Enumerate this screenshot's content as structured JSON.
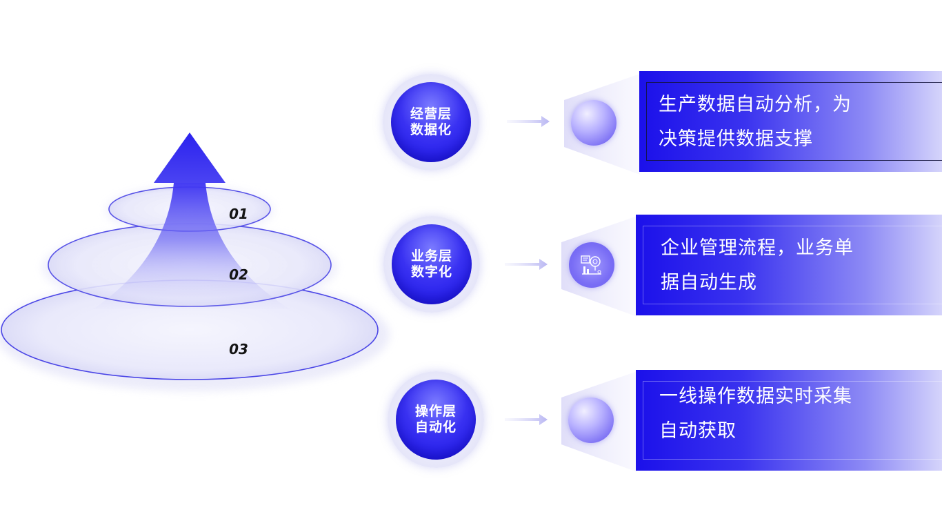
{
  "pyramid": {
    "tiers": [
      {
        "number": "01"
      },
      {
        "number": "02"
      },
      {
        "number": "03"
      }
    ]
  },
  "layers": [
    {
      "label": "经营层\n数据化",
      "description_line1": "生产数据自动分析，为",
      "description_line2": "决策提供数据支撑",
      "icon": "sphere-icon"
    },
    {
      "label": "业务层\n数字化",
      "description_line1": "企业管理流程，业务单",
      "description_line2": "据自动生成",
      "icon": "workflow-device-icon"
    },
    {
      "label": "操作层\n自动化",
      "description_line1": "一线操作数据实时采集",
      "description_line2": "自动获取",
      "icon": "sphere-icon"
    }
  ],
  "colors": {
    "primary": "#1b10ea",
    "accent": "#5a50f2",
    "light": "#e6e6f9"
  }
}
